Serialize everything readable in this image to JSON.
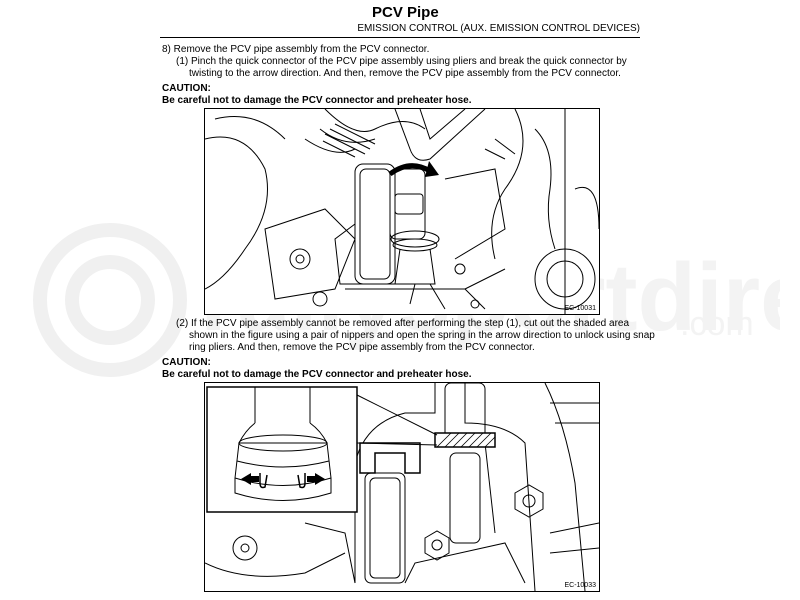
{
  "header": {
    "title": "PCV Pipe",
    "subtitle": "EMISSION CONTROL (AUX. EMISSION CONTROL DEVICES)"
  },
  "step8": {
    "main": "8) Remove the PCV pipe assembly from the PCV connector.",
    "sub1_line1": "(1) Pinch the quick connector of the PCV pipe assembly using pliers and break the quick connector by",
    "sub1_line2": "twisting to the arrow direction. And then, remove the PCV pipe assembly from the PCV connector."
  },
  "caution1": {
    "label": "CAUTION:",
    "text": "Be careful not to damage the PCV connector and preheater hose."
  },
  "figure1": {
    "code": "EC-10031"
  },
  "step8_2": {
    "line1": "(2) If the PCV pipe assembly cannot be removed after performing the step (1), cut out the shaded area",
    "line2": "shown in the figure using a pair of nippers and open the spring in the arrow direction to unlock using snap",
    "line3": "ring pliers. And then, remove the PCV pipe assembly from the PCV connector."
  },
  "caution2": {
    "label": "CAUTION:",
    "text": "Be careful not to damage the PCV connector and preheater hose."
  },
  "figure2": {
    "code": "EC-10033"
  },
  "watermark": {
    "logo": "rallysportdirect.com"
  }
}
